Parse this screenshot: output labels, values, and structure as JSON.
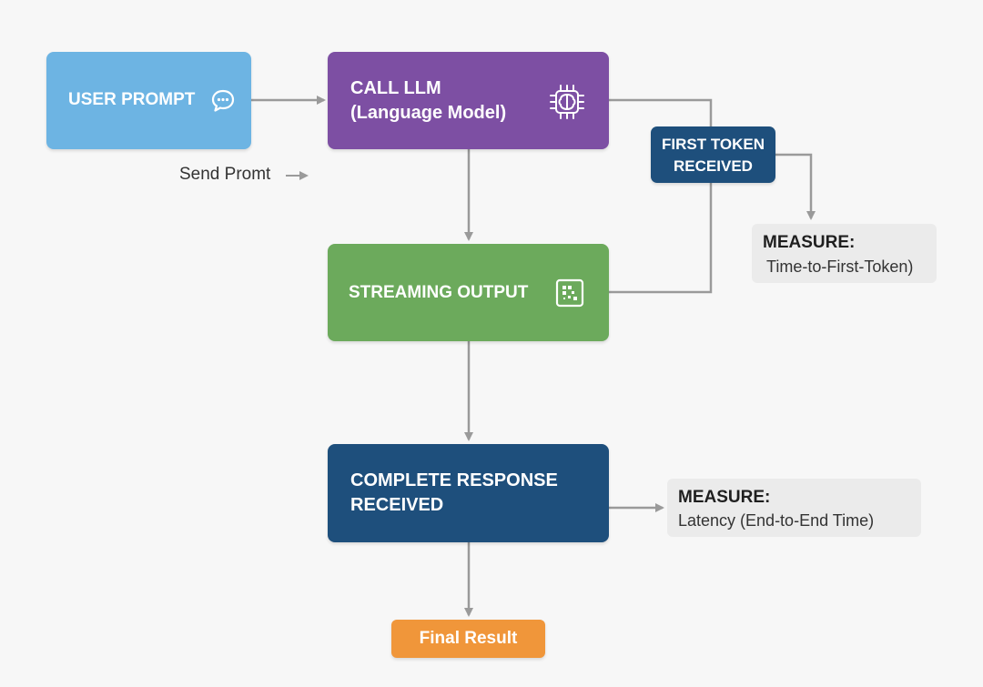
{
  "nodes": {
    "user_prompt": {
      "label": "USER PROMPT",
      "icon": "chat-bubble-icon",
      "color": "#6db4e3"
    },
    "call_llm": {
      "line1": "CALL LLM",
      "line2": "(Language Model)",
      "icon": "brain-chip-icon",
      "color": "#7d4fa3"
    },
    "streaming_output": {
      "label": "STREAMING OUTPUT",
      "icon": "streaming-grid-icon",
      "color": "#6caa5c"
    },
    "complete_response": {
      "line1": "COMPLETE RESPONSE",
      "line2": "RECEIVED",
      "color": "#1e4f7c"
    },
    "first_token": {
      "line1": "FIRST TOKEN",
      "line2": "RECEIVED",
      "color": "#1e4f7c"
    },
    "final_result": {
      "label": "Final Result",
      "color": "#f0963a"
    }
  },
  "edge_labels": {
    "send_prompt": "Send Promt"
  },
  "measures": {
    "ttft": {
      "heading": "MEASURE:",
      "text": "Time-to-First-Token)"
    },
    "latency": {
      "heading": "MEASURE:",
      "text": "Latency (End-to-End Time)"
    }
  },
  "colors": {
    "connector": "#9a9a9a",
    "background": "#f7f7f7"
  }
}
